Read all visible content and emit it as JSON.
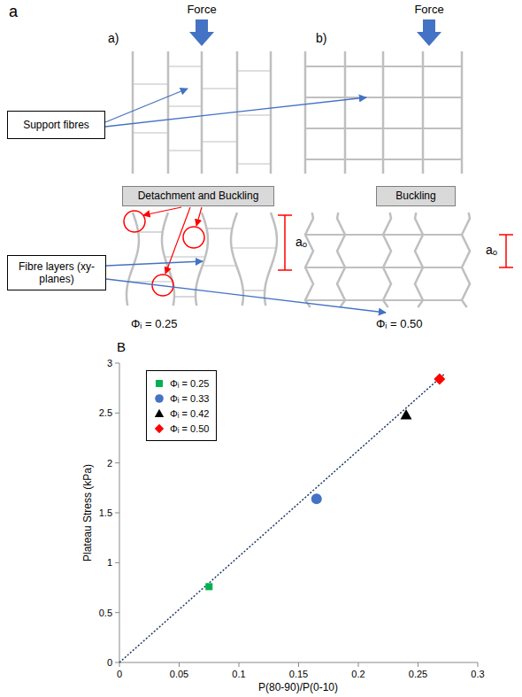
{
  "diagram": {
    "nodes": [
      {
        "text": [
          "Support fibres"
        ]
      },
      {
        "text": [
          "Detachment and Buckling"
        ]
      },
      {
        "text": [
          "Buckling"
        ]
      },
      {
        "text": [
          "Fibre layers (xy-planes)"
        ]
      }
    ],
    "labels": [
      "a",
      "Force",
      "Force",
      "a)",
      "b)",
      "aₒ",
      "aₒ",
      "Φᵢ = 0.25",
      "Φᵢ = 0.50",
      "B",
      "0",
      "0.5",
      "1",
      "1.5",
      "2",
      "2.5",
      "3",
      "0",
      "0.05",
      "0.1",
      "0.15",
      "0.2",
      "0.25",
      "0.3",
      "Plateau Stress  (kPa)",
      "P(80-90)/P(0-10)"
    ],
    "legend": [
      {
        "text": "Φᵢ = 0.25"
      },
      {
        "text": "Φᵢ = 0.33"
      },
      {
        "text": "Φᵢ = 0.42"
      },
      {
        "text": "Φᵢ = 0.50"
      }
    ]
  }
}
